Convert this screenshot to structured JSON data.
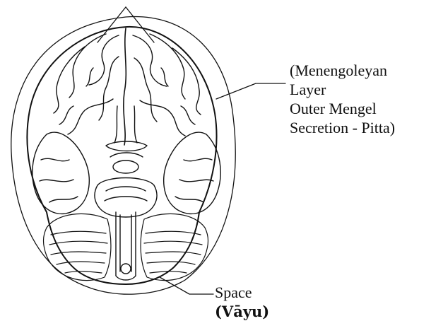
{
  "annotations": {
    "membrane": {
      "lines": [
        "(Menengoleyan",
        "Layer",
        "Outer Mengel",
        "Secretion - Pitta)"
      ]
    },
    "space": {
      "word": "Space",
      "sanskrit": "(Vāyu)"
    }
  },
  "colors": {
    "ink": "#111111",
    "background": "#ffffff"
  }
}
